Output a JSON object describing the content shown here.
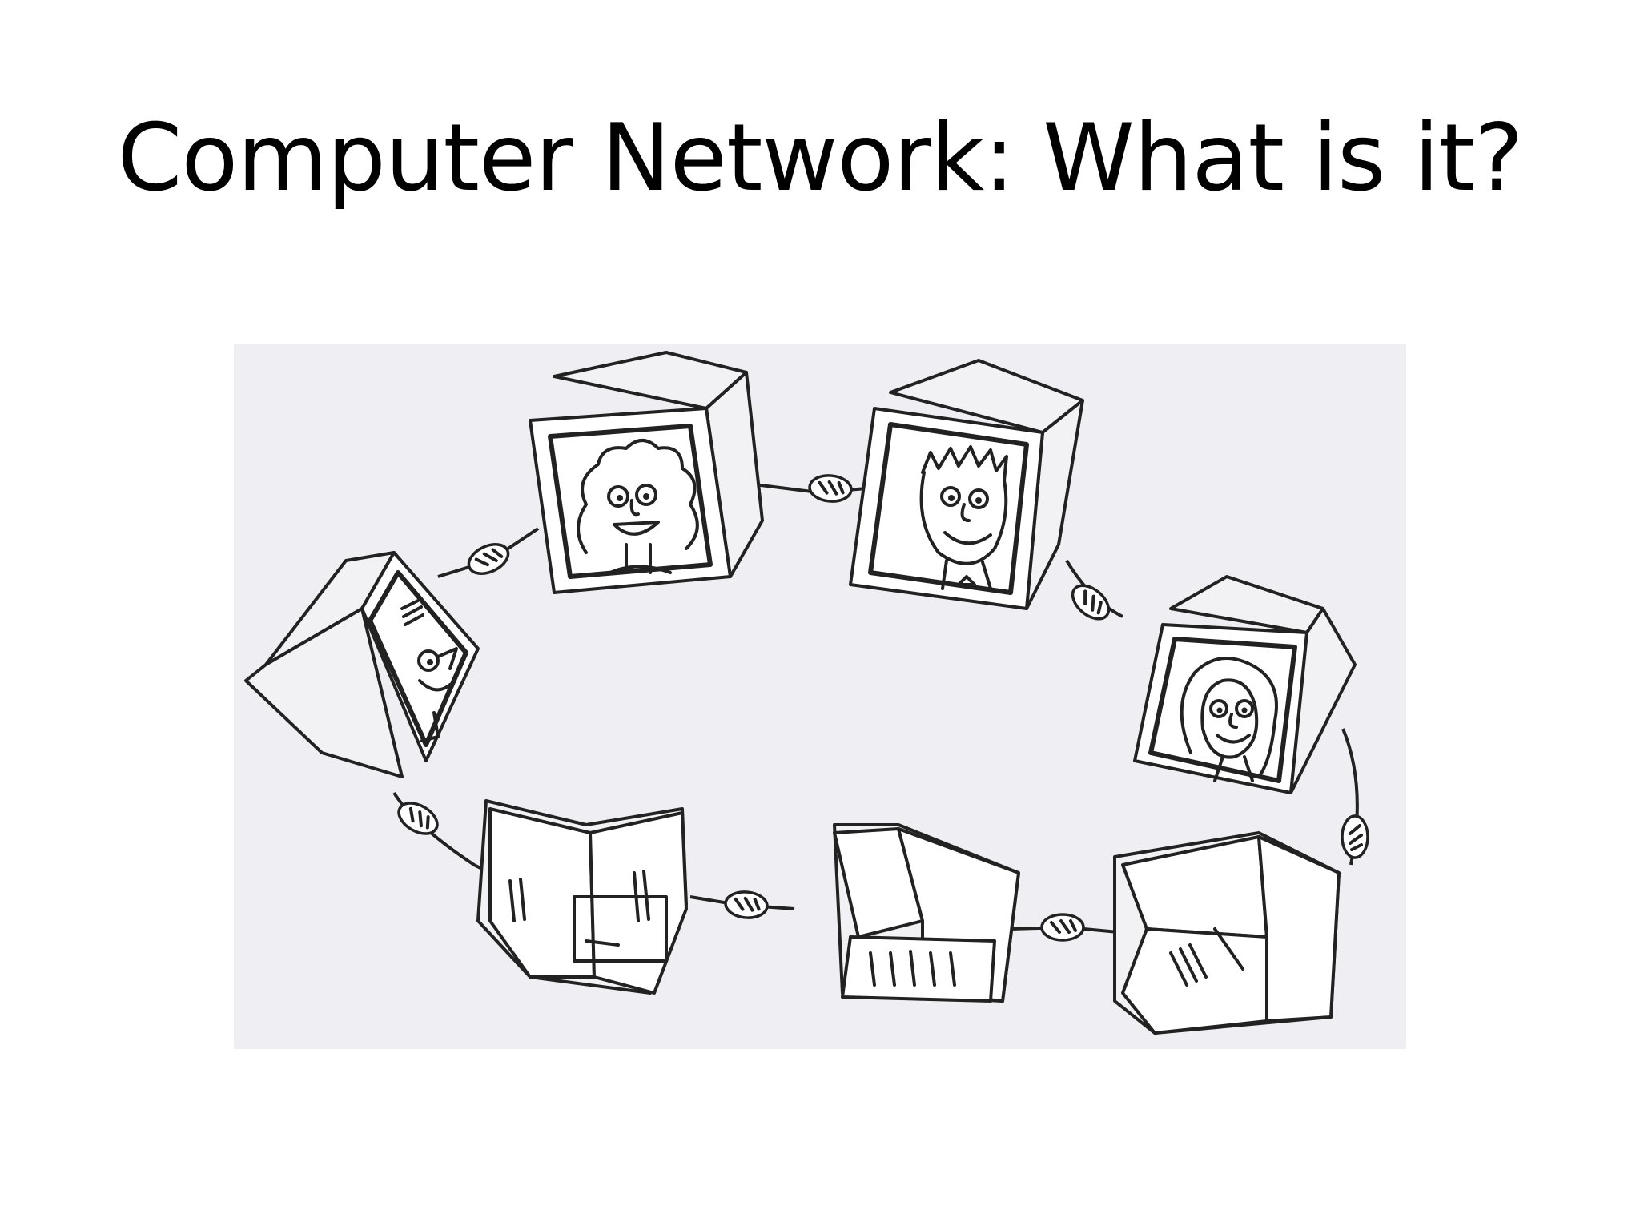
{
  "slide": {
    "title": "Computer Network: What is it?"
  },
  "illustration": {
    "kind": "cartoon",
    "nodes": [
      {
        "id": "pc-top-left",
        "face": "curly-hair-person"
      },
      {
        "id": "pc-top-right",
        "face": "spiky-hair-person"
      },
      {
        "id": "pc-right",
        "face": "long-hair-person"
      },
      {
        "id": "pc-left",
        "face": "cap-person"
      },
      {
        "id": "pc-bottom-left",
        "face": "back-view"
      },
      {
        "id": "pc-bottom-middle",
        "face": "back-view"
      },
      {
        "id": "pc-bottom-right",
        "face": "back-view"
      }
    ],
    "links": [
      [
        "pc-top-left",
        "pc-top-right"
      ],
      [
        "pc-top-right",
        "pc-right"
      ],
      [
        "pc-right",
        "pc-bottom-right"
      ],
      [
        "pc-bottom-right",
        "pc-bottom-middle"
      ],
      [
        "pc-bottom-middle",
        "pc-bottom-left"
      ],
      [
        "pc-bottom-left",
        "pc-left"
      ],
      [
        "pc-left",
        "pc-top-left"
      ]
    ],
    "colors": {
      "background": "#eeeef3",
      "ink": "#222222",
      "paper": "#ffffff"
    }
  }
}
